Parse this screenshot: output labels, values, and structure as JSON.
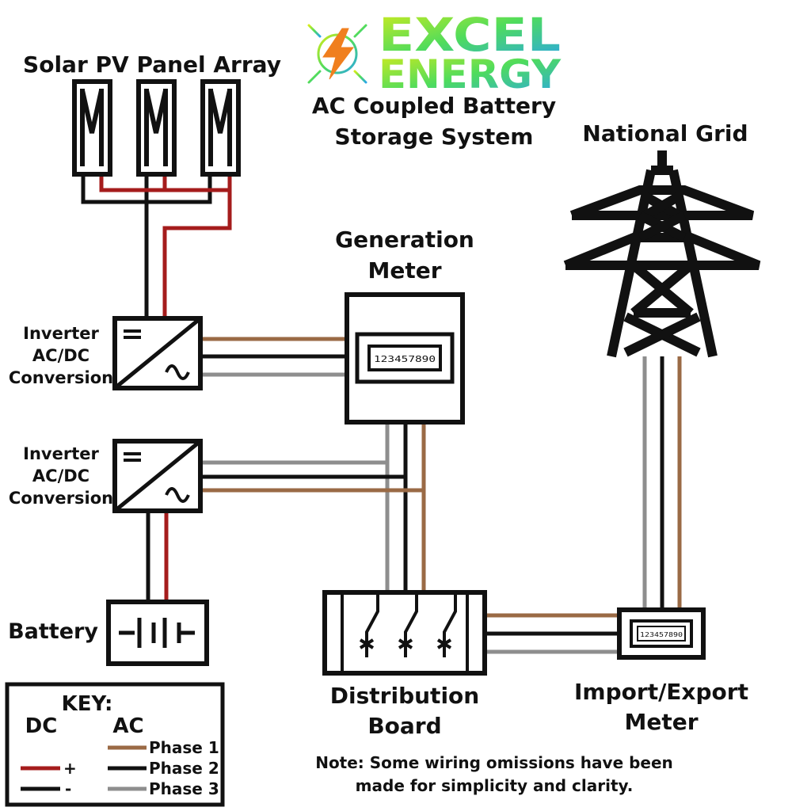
{
  "logo": {
    "line1": "EXCEL",
    "line2": "ENERGY"
  },
  "title": {
    "line1": "AC Coupled Battery",
    "line2": "Storage System"
  },
  "labels": {
    "solar": "Solar PV Panel Array",
    "national_grid": "National Grid",
    "generation_meter": {
      "line1": "Generation",
      "line2": "Meter"
    },
    "inverter_top": {
      "line1": "Inverter",
      "line2": "AC/DC",
      "line3": "Conversion"
    },
    "inverter_bottom": {
      "line1": "Inverter",
      "line2": "AC/DC",
      "line3": "Conversion"
    },
    "battery": "Battery",
    "distribution_board": {
      "line1": "Distribution",
      "line2": "Board"
    },
    "import_export_meter": {
      "line1": "Import/Export",
      "line2": "Meter"
    }
  },
  "meters": {
    "generation_display": "123457890",
    "import_export_display": "123457890"
  },
  "key": {
    "title": "KEY:",
    "dc_heading": "DC",
    "ac_heading": "AC",
    "dc_positive": "+",
    "dc_negative": "-",
    "phase1": "Phase 1",
    "phase2": "Phase 2",
    "phase3": "Phase 3"
  },
  "note": {
    "line1": "Note: Some wiring omissions have been",
    "line2": "made for simplicity and clarity."
  },
  "colors": {
    "dc_positive": "#a51c1c",
    "dc_negative": "#111111",
    "phase1": "#9a6a45",
    "phase2": "#111111",
    "phase3": "#8e8e8e"
  }
}
